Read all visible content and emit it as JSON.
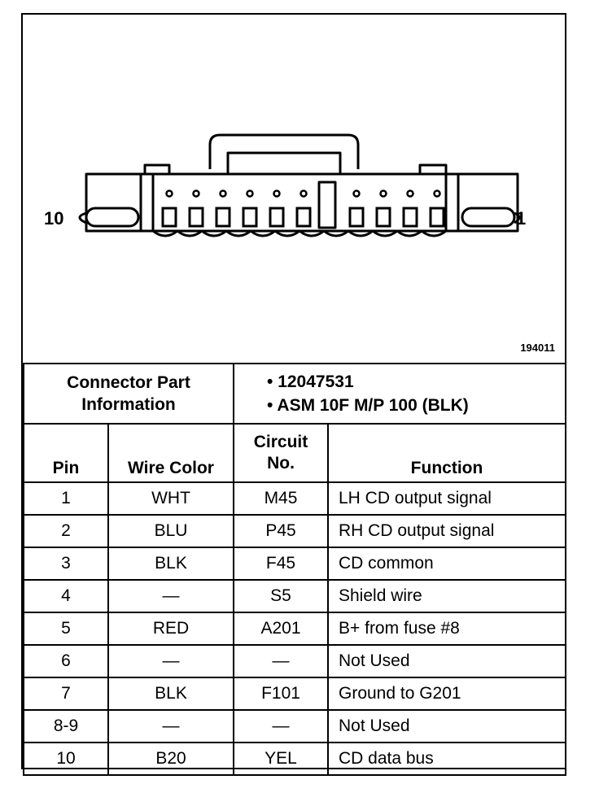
{
  "diagram": {
    "left_pin_label": "10",
    "right_pin_label": "1",
    "figure_id": "194011"
  },
  "connector_info": {
    "label_line1": "Connector Part",
    "label_line2": "Information",
    "values": [
      "12047531",
      "ASM 10F M/P 100 (BLK)"
    ]
  },
  "table": {
    "headers": {
      "pin": "Pin",
      "wire_color": "Wire Color",
      "circuit_line1": "Circuit",
      "circuit_line2": "No.",
      "function": "Function"
    },
    "rows": [
      {
        "pin": "1",
        "wire_color": "WHT",
        "circuit": "M45",
        "function": "LH CD output signal"
      },
      {
        "pin": "2",
        "wire_color": "BLU",
        "circuit": "P45",
        "function": "RH CD output signal"
      },
      {
        "pin": "3",
        "wire_color": "BLK",
        "circuit": "F45",
        "function": "CD common"
      },
      {
        "pin": "4",
        "wire_color": "—",
        "circuit": "S5",
        "function": "Shield wire"
      },
      {
        "pin": "5",
        "wire_color": "RED",
        "circuit": "A201",
        "function": "B+ from fuse #8"
      },
      {
        "pin": "6",
        "wire_color": "—",
        "circuit": "—",
        "function": "Not Used"
      },
      {
        "pin": "7",
        "wire_color": "BLK",
        "circuit": "F101",
        "function": "Ground to G201"
      },
      {
        "pin": "8-9",
        "wire_color": "—",
        "circuit": "—",
        "function": "Not Used"
      },
      {
        "pin": "10",
        "wire_color": "B20",
        "circuit": "YEL",
        "function": "CD data bus"
      }
    ]
  }
}
